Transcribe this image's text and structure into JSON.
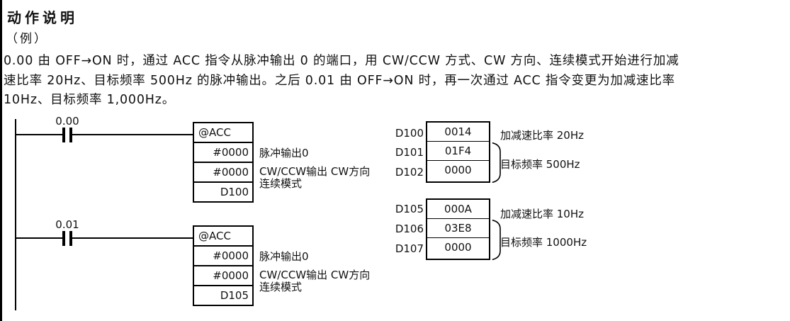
{
  "colors": {
    "background": "#ffffff",
    "text": "#111111",
    "line": "#000000"
  },
  "header": {
    "title": "动作说明",
    "example_label": "（例）"
  },
  "description": {
    "lines": [
      "0.00 由 OFF→ON 时，通过 ACC 指令从脉冲输出 0 的端口，用 CW/CCW 方式、CW 方向、连续模式开始进行加减",
      "速比率 20Hz、目标频率 500Hz 的脉冲输出。之后 0.01 由 OFF→ON 时，再一次通过 ACC 指令变更为加减速比率",
      "10Hz、目标频率 1,000Hz。"
    ]
  },
  "ladder": {
    "rungs": [
      {
        "contact_label": "0.00",
        "instruction": "@ACC",
        "operands": [
          "#0000",
          "#0000",
          "D100"
        ],
        "annotation_lines": [
          "脉冲输出0",
          "CW/CCW输出 CW方向",
          "连续模式"
        ]
      },
      {
        "contact_label": "0.01",
        "instruction": "@ACC",
        "operands": [
          "#0000",
          "#0000",
          "D105"
        ],
        "annotation_lines": [
          "脉冲输出0",
          "CW/CCW输出 CW方向",
          "连续模式"
        ]
      }
    ]
  },
  "memory_tables": [
    {
      "rows": [
        {
          "address": "D100",
          "value": "0014"
        },
        {
          "address": "D101",
          "value": "01F4"
        },
        {
          "address": "D102",
          "value": "0000"
        }
      ],
      "row1_label": "加减速比率 20Hz",
      "group_label": "目标频率 500Hz"
    },
    {
      "rows": [
        {
          "address": "D105",
          "value": "000A"
        },
        {
          "address": "D106",
          "value": "03E8"
        },
        {
          "address": "D107",
          "value": "0000"
        }
      ],
      "row1_label": "加减速比率 10Hz",
      "group_label": "目标频率 1000Hz"
    }
  ]
}
